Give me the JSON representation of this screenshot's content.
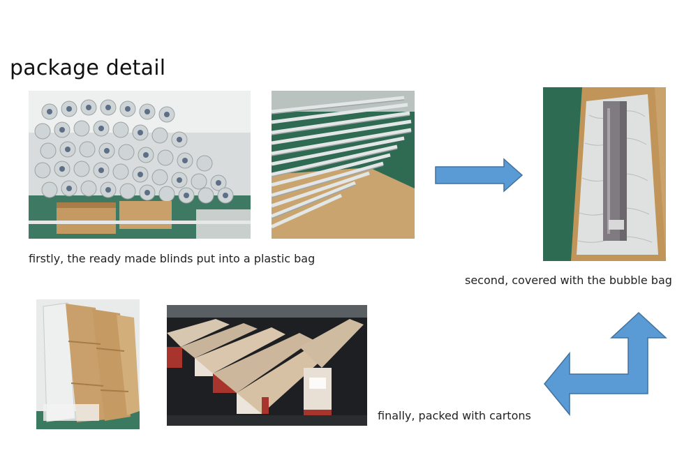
{
  "page": {
    "title": "package detail"
  },
  "steps": [
    {
      "caption": "firstly, the ready made blinds put into a plastic bag"
    },
    {
      "caption": "second, covered with the bubble bag"
    },
    {
      "caption": "finally, packed with  cartons"
    }
  ],
  "colors": {
    "arrow_fill": "#5b9bd5",
    "arrow_stroke": "#41719c",
    "floor_green": "#2e6b52",
    "carton_brown": "#b98a55",
    "label_red": "#a8352d"
  },
  "icons": {
    "arrow_step_1_to_2": "arrow-right-icon",
    "arrow_step_2_to_3": "arrow-up-left-bent-icon"
  }
}
